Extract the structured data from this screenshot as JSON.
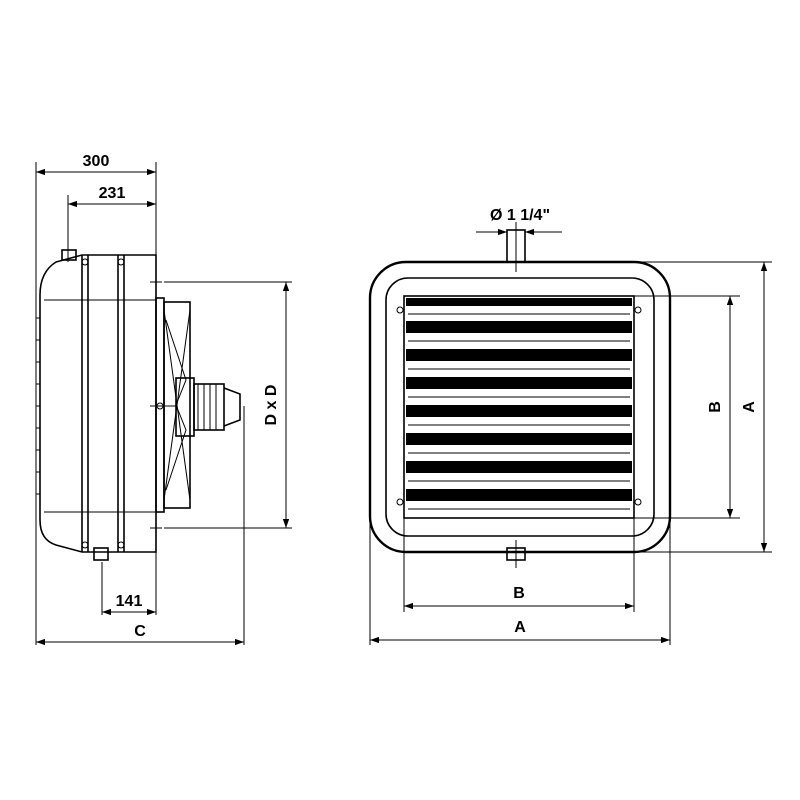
{
  "side_view": {
    "dim_overall_depth": "300",
    "dim_inner_depth": "231",
    "dim_bottom_offset": "141",
    "dim_total": "C",
    "dim_fan": "D x D"
  },
  "front_view": {
    "pipe_diameter": "Ø 1 1/4\"",
    "dim_inner_width": "B",
    "dim_outer_width": "A",
    "dim_inner_height": "B",
    "dim_outer_height": "A"
  },
  "colors": {
    "ink": "#000000",
    "paper": "#ffffff"
  }
}
